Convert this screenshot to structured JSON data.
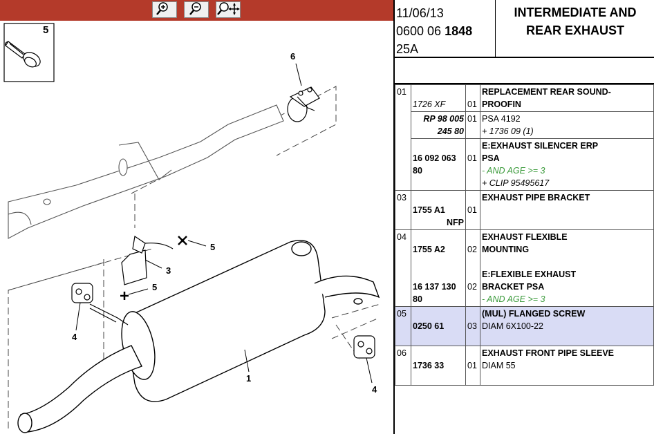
{
  "toolbar": {
    "zoom_in_icon": "zoom-in-icon",
    "zoom_out_icon": "zoom-out-icon",
    "pan_icon": "zoom-pan-icon",
    "bg": "#b43a2a"
  },
  "diagram": {
    "inset_label": "5",
    "callouts": [
      "6",
      "5",
      "3",
      "5",
      "4",
      "1",
      "4"
    ]
  },
  "header": {
    "date": "11/06/13",
    "code_prefix": "0600 06",
    "code_bold": "1848",
    "code_sub": "25A",
    "title_line1": "INTERMEDIATE AND",
    "title_line2": "REAR EXHAUST"
  },
  "rows": [
    {
      "idx": "01",
      "refs": [
        {
          "ref": "1726 XF",
          "qty": "01",
          "lines": [
            "REPLACEMENT REAR SOUND-",
            "PROOFIN"
          ]
        },
        {
          "ref": "RP 98 005",
          "ref2": "245 80",
          "qty": "01",
          "lines": [
            "PSA 4192",
            "+ 1736 09 (1)"
          ]
        },
        {
          "ref": "16 092 063",
          "ref2": "80",
          "qty": "01",
          "lines": [
            "E:EXHAUST SILENCER ERP",
            "PSA",
            "- AND AGE >= 3",
            "+ CLIP 95495617"
          ]
        }
      ]
    },
    {
      "idx": "03",
      "ref": "1755 A1",
      "ref2": "NFP",
      "qty": "01",
      "desc": "EXHAUST PIPE BRACKET"
    },
    {
      "idx": "04",
      "ref_a": "1755 A2",
      "qty_a": "02",
      "desc_a1": "EXHAUST FLEXIBLE",
      "desc_a2": "MOUNTING",
      "ref_b": "16 137 130",
      "ref_b2": "80",
      "qty_b": "02",
      "desc_b1": "E:FLEXIBLE EXHAUST",
      "desc_b2": "BRACKET PSA",
      "desc_b3": "- AND AGE >= 3"
    },
    {
      "idx": "05",
      "ref": "0250 61",
      "qty": "03",
      "desc1": "(MUL) FLANGED SCREW",
      "desc2": "DIAM 6X100-22"
    },
    {
      "idx": "06",
      "ref": "1736 33",
      "qty": "01",
      "desc1": "EXHAUST FRONT PIPE SLEEVE",
      "desc2": "DIAM 55"
    }
  ],
  "colors": {
    "selected_row": "#d9dcf5",
    "green_note": "#3a9a3a"
  }
}
